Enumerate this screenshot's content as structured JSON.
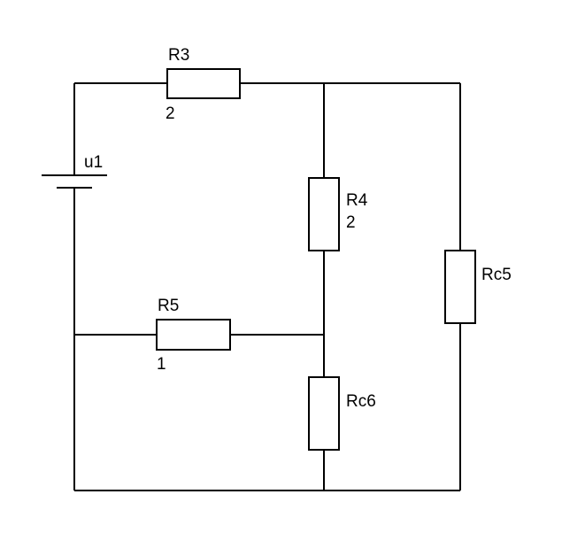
{
  "source": {
    "name": "u1"
  },
  "resistors": [
    {
      "id": "R3",
      "name": "R3",
      "value": "2"
    },
    {
      "id": "R4",
      "name": "R4",
      "value": "2"
    },
    {
      "id": "R5",
      "name": "R5",
      "value": "1"
    },
    {
      "id": "Rc5",
      "name": "Rc5",
      "value": ""
    },
    {
      "id": "Rc6",
      "name": "Rc6",
      "value": ""
    }
  ]
}
